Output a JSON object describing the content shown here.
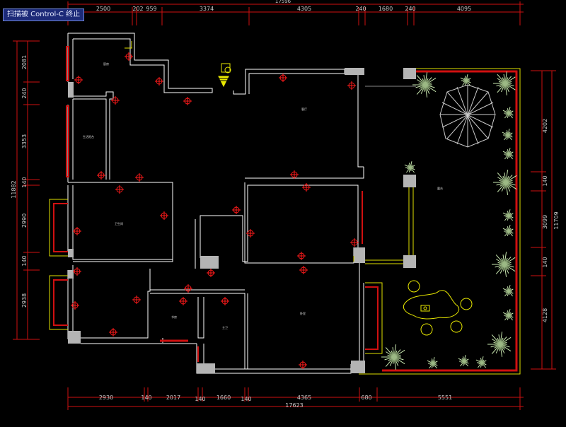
{
  "command_tip": "扫描被 Control-C 终止",
  "dimensions": {
    "top_total": "17596",
    "top": [
      "2500",
      "202",
      "959",
      "3374",
      "4305",
      "240",
      "1680",
      "240",
      "4095"
    ],
    "bottom_total": "17623",
    "bottom": [
      "2930",
      "140",
      "2017",
      "140",
      "1660",
      "140",
      "4365",
      "680",
      "5551"
    ],
    "left_total": "11882",
    "left": [
      "2081",
      "240",
      "3353",
      "140",
      "2990",
      "140",
      "2938"
    ],
    "right_total": "11709",
    "right": [
      "4202",
      "140",
      "3099",
      "140",
      "4128"
    ]
  },
  "room_labels": [
    "厨房",
    "生活阳台",
    "客厅",
    "书房",
    "卧室",
    "主卫",
    "卫生间",
    "露台"
  ],
  "colors": {
    "wall": "#ffffff",
    "dimension": "#d01010",
    "dim_text": "#c8c8c8",
    "symbol": "#ff1a1a",
    "plant": "#c9e8b0",
    "furniture": "#e8e800",
    "balcony": "#e0e000",
    "tip_bg": "#1c2a78"
  }
}
